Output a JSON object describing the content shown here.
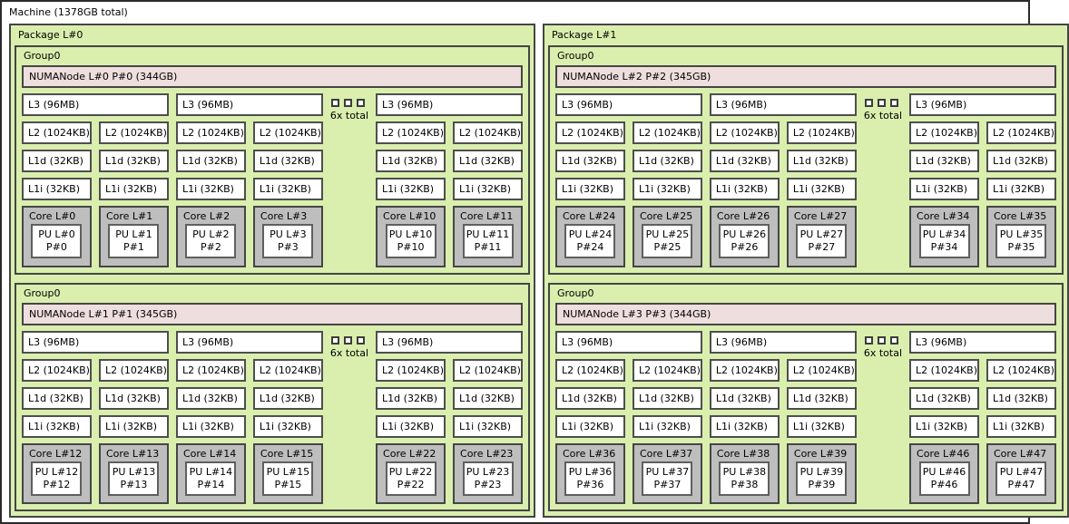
{
  "machine": {
    "label": "Machine (1378GB total)"
  },
  "colors": {
    "package_green": "#daefae",
    "numanode_pink": "#efdede",
    "core_gray": "#bebebe",
    "cache_white": "#ffffff",
    "border_dark": "#454545"
  },
  "packages": [
    {
      "label": "Package L#0",
      "groups": [
        {
          "label": "Group0",
          "numanode": "NUMANode L#0 P#0 (344GB)",
          "clusters": [
            {
              "l3": "L3 (96MB)",
              "cores": [
                {
                  "l2": "L2 (1024KB)",
                  "l1d": "L1d (32KB)",
                  "l1i": "L1i (32KB)",
                  "core": "Core L#0",
                  "pu_line1": "PU L#0",
                  "pu_line2": "P#0"
                },
                {
                  "l2": "L2 (1024KB)",
                  "l1d": "L1d (32KB)",
                  "l1i": "L1i (32KB)",
                  "core": "Core L#1",
                  "pu_line1": "PU L#1",
                  "pu_line2": "P#1"
                }
              ]
            },
            {
              "l3": "L3 (96MB)",
              "cores": [
                {
                  "l2": "L2 (1024KB)",
                  "l1d": "L1d (32KB)",
                  "l1i": "L1i (32KB)",
                  "core": "Core L#2",
                  "pu_line1": "PU L#2",
                  "pu_line2": "P#2"
                },
                {
                  "l2": "L2 (1024KB)",
                  "l1d": "L1d (32KB)",
                  "l1i": "L1i (32KB)",
                  "core": "Core L#3",
                  "pu_line1": "PU L#3",
                  "pu_line2": "P#3"
                }
              ]
            },
            {
              "collapsed": true,
              "label": "6x total"
            },
            {
              "l3": "L3 (96MB)",
              "cores": [
                {
                  "l2": "L2 (1024KB)",
                  "l1d": "L1d (32KB)",
                  "l1i": "L1i (32KB)",
                  "core": "Core L#10",
                  "pu_line1": "PU L#10",
                  "pu_line2": "P#10"
                },
                {
                  "l2": "L2 (1024KB)",
                  "l1d": "L1d (32KB)",
                  "l1i": "L1i (32KB)",
                  "core": "Core L#11",
                  "pu_line1": "PU L#11",
                  "pu_line2": "P#11"
                }
              ]
            }
          ]
        },
        {
          "label": "Group0",
          "numanode": "NUMANode L#1 P#1 (345GB)",
          "clusters": [
            {
              "l3": "L3 (96MB)",
              "cores": [
                {
                  "l2": "L2 (1024KB)",
                  "l1d": "L1d (32KB)",
                  "l1i": "L1i (32KB)",
                  "core": "Core L#12",
                  "pu_line1": "PU L#12",
                  "pu_line2": "P#12"
                },
                {
                  "l2": "L2 (1024KB)",
                  "l1d": "L1d (32KB)",
                  "l1i": "L1i (32KB)",
                  "core": "Core L#13",
                  "pu_line1": "PU L#13",
                  "pu_line2": "P#13"
                }
              ]
            },
            {
              "l3": "L3 (96MB)",
              "cores": [
                {
                  "l2": "L2 (1024KB)",
                  "l1d": "L1d (32KB)",
                  "l1i": "L1i (32KB)",
                  "core": "Core L#14",
                  "pu_line1": "PU L#14",
                  "pu_line2": "P#14"
                },
                {
                  "l2": "L2 (1024KB)",
                  "l1d": "L1d (32KB)",
                  "l1i": "L1i (32KB)",
                  "core": "Core L#15",
                  "pu_line1": "PU L#15",
                  "pu_line2": "P#15"
                }
              ]
            },
            {
              "collapsed": true,
              "label": "6x total"
            },
            {
              "l3": "L3 (96MB)",
              "cores": [
                {
                  "l2": "L2 (1024KB)",
                  "l1d": "L1d (32KB)",
                  "l1i": "L1i (32KB)",
                  "core": "Core L#22",
                  "pu_line1": "PU L#22",
                  "pu_line2": "P#22"
                },
                {
                  "l2": "L2 (1024KB)",
                  "l1d": "L1d (32KB)",
                  "l1i": "L1i (32KB)",
                  "core": "Core L#23",
                  "pu_line1": "PU L#23",
                  "pu_line2": "P#23"
                }
              ]
            }
          ]
        }
      ]
    },
    {
      "label": "Package L#1",
      "groups": [
        {
          "label": "Group0",
          "numanode": "NUMANode L#2 P#2 (345GB)",
          "clusters": [
            {
              "l3": "L3 (96MB)",
              "cores": [
                {
                  "l2": "L2 (1024KB)",
                  "l1d": "L1d (32KB)",
                  "l1i": "L1i (32KB)",
                  "core": "Core L#24",
                  "pu_line1": "PU L#24",
                  "pu_line2": "P#24"
                },
                {
                  "l2": "L2 (1024KB)",
                  "l1d": "L1d (32KB)",
                  "l1i": "L1i (32KB)",
                  "core": "Core L#25",
                  "pu_line1": "PU L#25",
                  "pu_line2": "P#25"
                }
              ]
            },
            {
              "l3": "L3 (96MB)",
              "cores": [
                {
                  "l2": "L2 (1024KB)",
                  "l1d": "L1d (32KB)",
                  "l1i": "L1i (32KB)",
                  "core": "Core L#26",
                  "pu_line1": "PU L#26",
                  "pu_line2": "P#26"
                },
                {
                  "l2": "L2 (1024KB)",
                  "l1d": "L1d (32KB)",
                  "l1i": "L1i (32KB)",
                  "core": "Core L#27",
                  "pu_line1": "PU L#27",
                  "pu_line2": "P#27"
                }
              ]
            },
            {
              "collapsed": true,
              "label": "6x total"
            },
            {
              "l3": "L3 (96MB)",
              "cores": [
                {
                  "l2": "L2 (1024KB)",
                  "l1d": "L1d (32KB)",
                  "l1i": "L1i (32KB)",
                  "core": "Core L#34",
                  "pu_line1": "PU L#34",
                  "pu_line2": "P#34"
                },
                {
                  "l2": "L2 (1024KB)",
                  "l1d": "L1d (32KB)",
                  "l1i": "L1i (32KB)",
                  "core": "Core L#35",
                  "pu_line1": "PU L#35",
                  "pu_line2": "P#35"
                }
              ]
            }
          ]
        },
        {
          "label": "Group0",
          "numanode": "NUMANode L#3 P#3 (344GB)",
          "clusters": [
            {
              "l3": "L3 (96MB)",
              "cores": [
                {
                  "l2": "L2 (1024KB)",
                  "l1d": "L1d (32KB)",
                  "l1i": "L1i (32KB)",
                  "core": "Core L#36",
                  "pu_line1": "PU L#36",
                  "pu_line2": "P#36"
                },
                {
                  "l2": "L2 (1024KB)",
                  "l1d": "L1d (32KB)",
                  "l1i": "L1i (32KB)",
                  "core": "Core L#37",
                  "pu_line1": "PU L#37",
                  "pu_line2": "P#37"
                }
              ]
            },
            {
              "l3": "L3 (96MB)",
              "cores": [
                {
                  "l2": "L2 (1024KB)",
                  "l1d": "L1d (32KB)",
                  "l1i": "L1i (32KB)",
                  "core": "Core L#38",
                  "pu_line1": "PU L#38",
                  "pu_line2": "P#38"
                },
                {
                  "l2": "L2 (1024KB)",
                  "l1d": "L1d (32KB)",
                  "l1i": "L1i (32KB)",
                  "core": "Core L#39",
                  "pu_line1": "PU L#39",
                  "pu_line2": "P#39"
                }
              ]
            },
            {
              "collapsed": true,
              "label": "6x total"
            },
            {
              "l3": "L3 (96MB)",
              "cores": [
                {
                  "l2": "L2 (1024KB)",
                  "l1d": "L1d (32KB)",
                  "l1i": "L1i (32KB)",
                  "core": "Core L#46",
                  "pu_line1": "PU L#46",
                  "pu_line2": "P#46"
                },
                {
                  "l2": "L2 (1024KB)",
                  "l1d": "L1d (32KB)",
                  "l1i": "L1i (32KB)",
                  "core": "Core L#47",
                  "pu_line1": "PU L#47",
                  "pu_line2": "P#47"
                }
              ]
            }
          ]
        }
      ]
    }
  ]
}
